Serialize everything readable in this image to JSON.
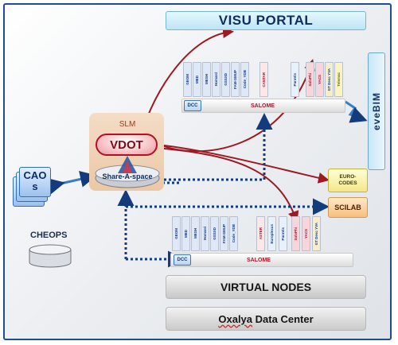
{
  "visu_portal": {
    "title": "VISU PORTAL"
  },
  "evebim": {
    "label": "eveBIM"
  },
  "top_stack": {
    "modules_left": [
      {
        "label": "GEOM",
        "color": "#1b3f8a",
        "bg": "#dfe8f7"
      },
      {
        "label": "MED",
        "color": "#1b3f8a",
        "bg": "#dfe8f7"
      },
      {
        "label": "MESH",
        "color": "#1b3f8a",
        "bg": "#dfe8f7"
      },
      {
        "label": "Homard",
        "color": "#1b3f8a",
        "bg": "#dfe8f7"
      },
      {
        "label": "GSSXD",
        "color": "#1b3f8a",
        "bg": "#dfe8f7"
      },
      {
        "label": "FAM-SMUP",
        "color": "#1b3f8a",
        "bg": "#dfe8f7"
      },
      {
        "label": "Code_YDB",
        "color": "#1b3f8a",
        "bg": "#dfe8f7"
      }
    ],
    "module_mid": {
      "label": "CANTAR",
      "color": "#a8172c",
      "bg": "#fde7e7"
    },
    "module_paravis": {
      "label": "ParaVis",
      "color": "#1b3f8a",
      "bg": "#e6f1fb"
    },
    "modules_right": [
      {
        "label": "SolvPhi",
        "color": "#a8172c",
        "bg": "#f6d6dc"
      },
      {
        "label": "YACS",
        "color": "#a8172c",
        "bg": "#f6d6dc"
      },
      {
        "label": "GT Desc YVA",
        "color": "#1b3f8a",
        "bg": "#f6eecb"
      },
      {
        "label": "Telemac",
        "color": "#6b6b1a",
        "bg": "#fbf3c0"
      }
    ],
    "dcc": "DCC",
    "salome": "SALOME"
  },
  "bottom_stack": {
    "modules_left": [
      {
        "label": "GEOM",
        "color": "#1b3f8a",
        "bg": "#dfe8f7"
      },
      {
        "label": "MED",
        "color": "#1b3f8a",
        "bg": "#dfe8f7"
      },
      {
        "label": "MESH",
        "color": "#1b3f8a",
        "bg": "#dfe8f7"
      },
      {
        "label": "Homard",
        "color": "#1b3f8a",
        "bg": "#dfe8f7"
      },
      {
        "label": "GSSXD",
        "color": "#1b3f8a",
        "bg": "#dfe8f7"
      },
      {
        "label": "FAM-SMUP",
        "color": "#1b3f8a",
        "bg": "#dfe8f7"
      },
      {
        "label": "Code_YDB",
        "color": "#1b3f8a",
        "bg": "#dfe8f7"
      }
    ],
    "module_aster": {
      "label": "ASTER",
      "color": "#a8172c",
      "bg": "#fde7e7"
    },
    "module_europlexus": {
      "label": "Europlexus",
      "color": "#1b3f8a",
      "bg": "#e6f1fb"
    },
    "module_paravis": {
      "label": "ParaVis",
      "color": "#1b3f8a",
      "bg": "#e6f1fb"
    },
    "modules_right": [
      {
        "label": "SolvPhi",
        "color": "#a8172c",
        "bg": "#f6d6dc"
      },
      {
        "label": "YACS",
        "color": "#a8172c",
        "bg": "#f6d6dc"
      },
      {
        "label": "GT Desc YVA",
        "color": "#1b3f8a",
        "bg": "#f6eecb"
      }
    ],
    "dcc": "DCC",
    "salome": "SALOME"
  },
  "slm": {
    "label": "SLM",
    "vdot": "VDOT",
    "share_a_space": "Share-A-space"
  },
  "cao": {
    "label": "CAO s"
  },
  "cheops": {
    "label": "CHEOPS"
  },
  "euro_codes": {
    "line1": "EURO-",
    "line2": "CODES"
  },
  "scilab": {
    "label": "SCILAB"
  },
  "virtual_nodes": {
    "label": "VIRTUAL NODES"
  },
  "oxalya": {
    "word1": "Oxalya",
    "rest": "Data Center"
  },
  "colors": {
    "arrow_red": "#9e1a22",
    "arrow_blue": "#143c7d",
    "frame": "#1e4f8a"
  }
}
